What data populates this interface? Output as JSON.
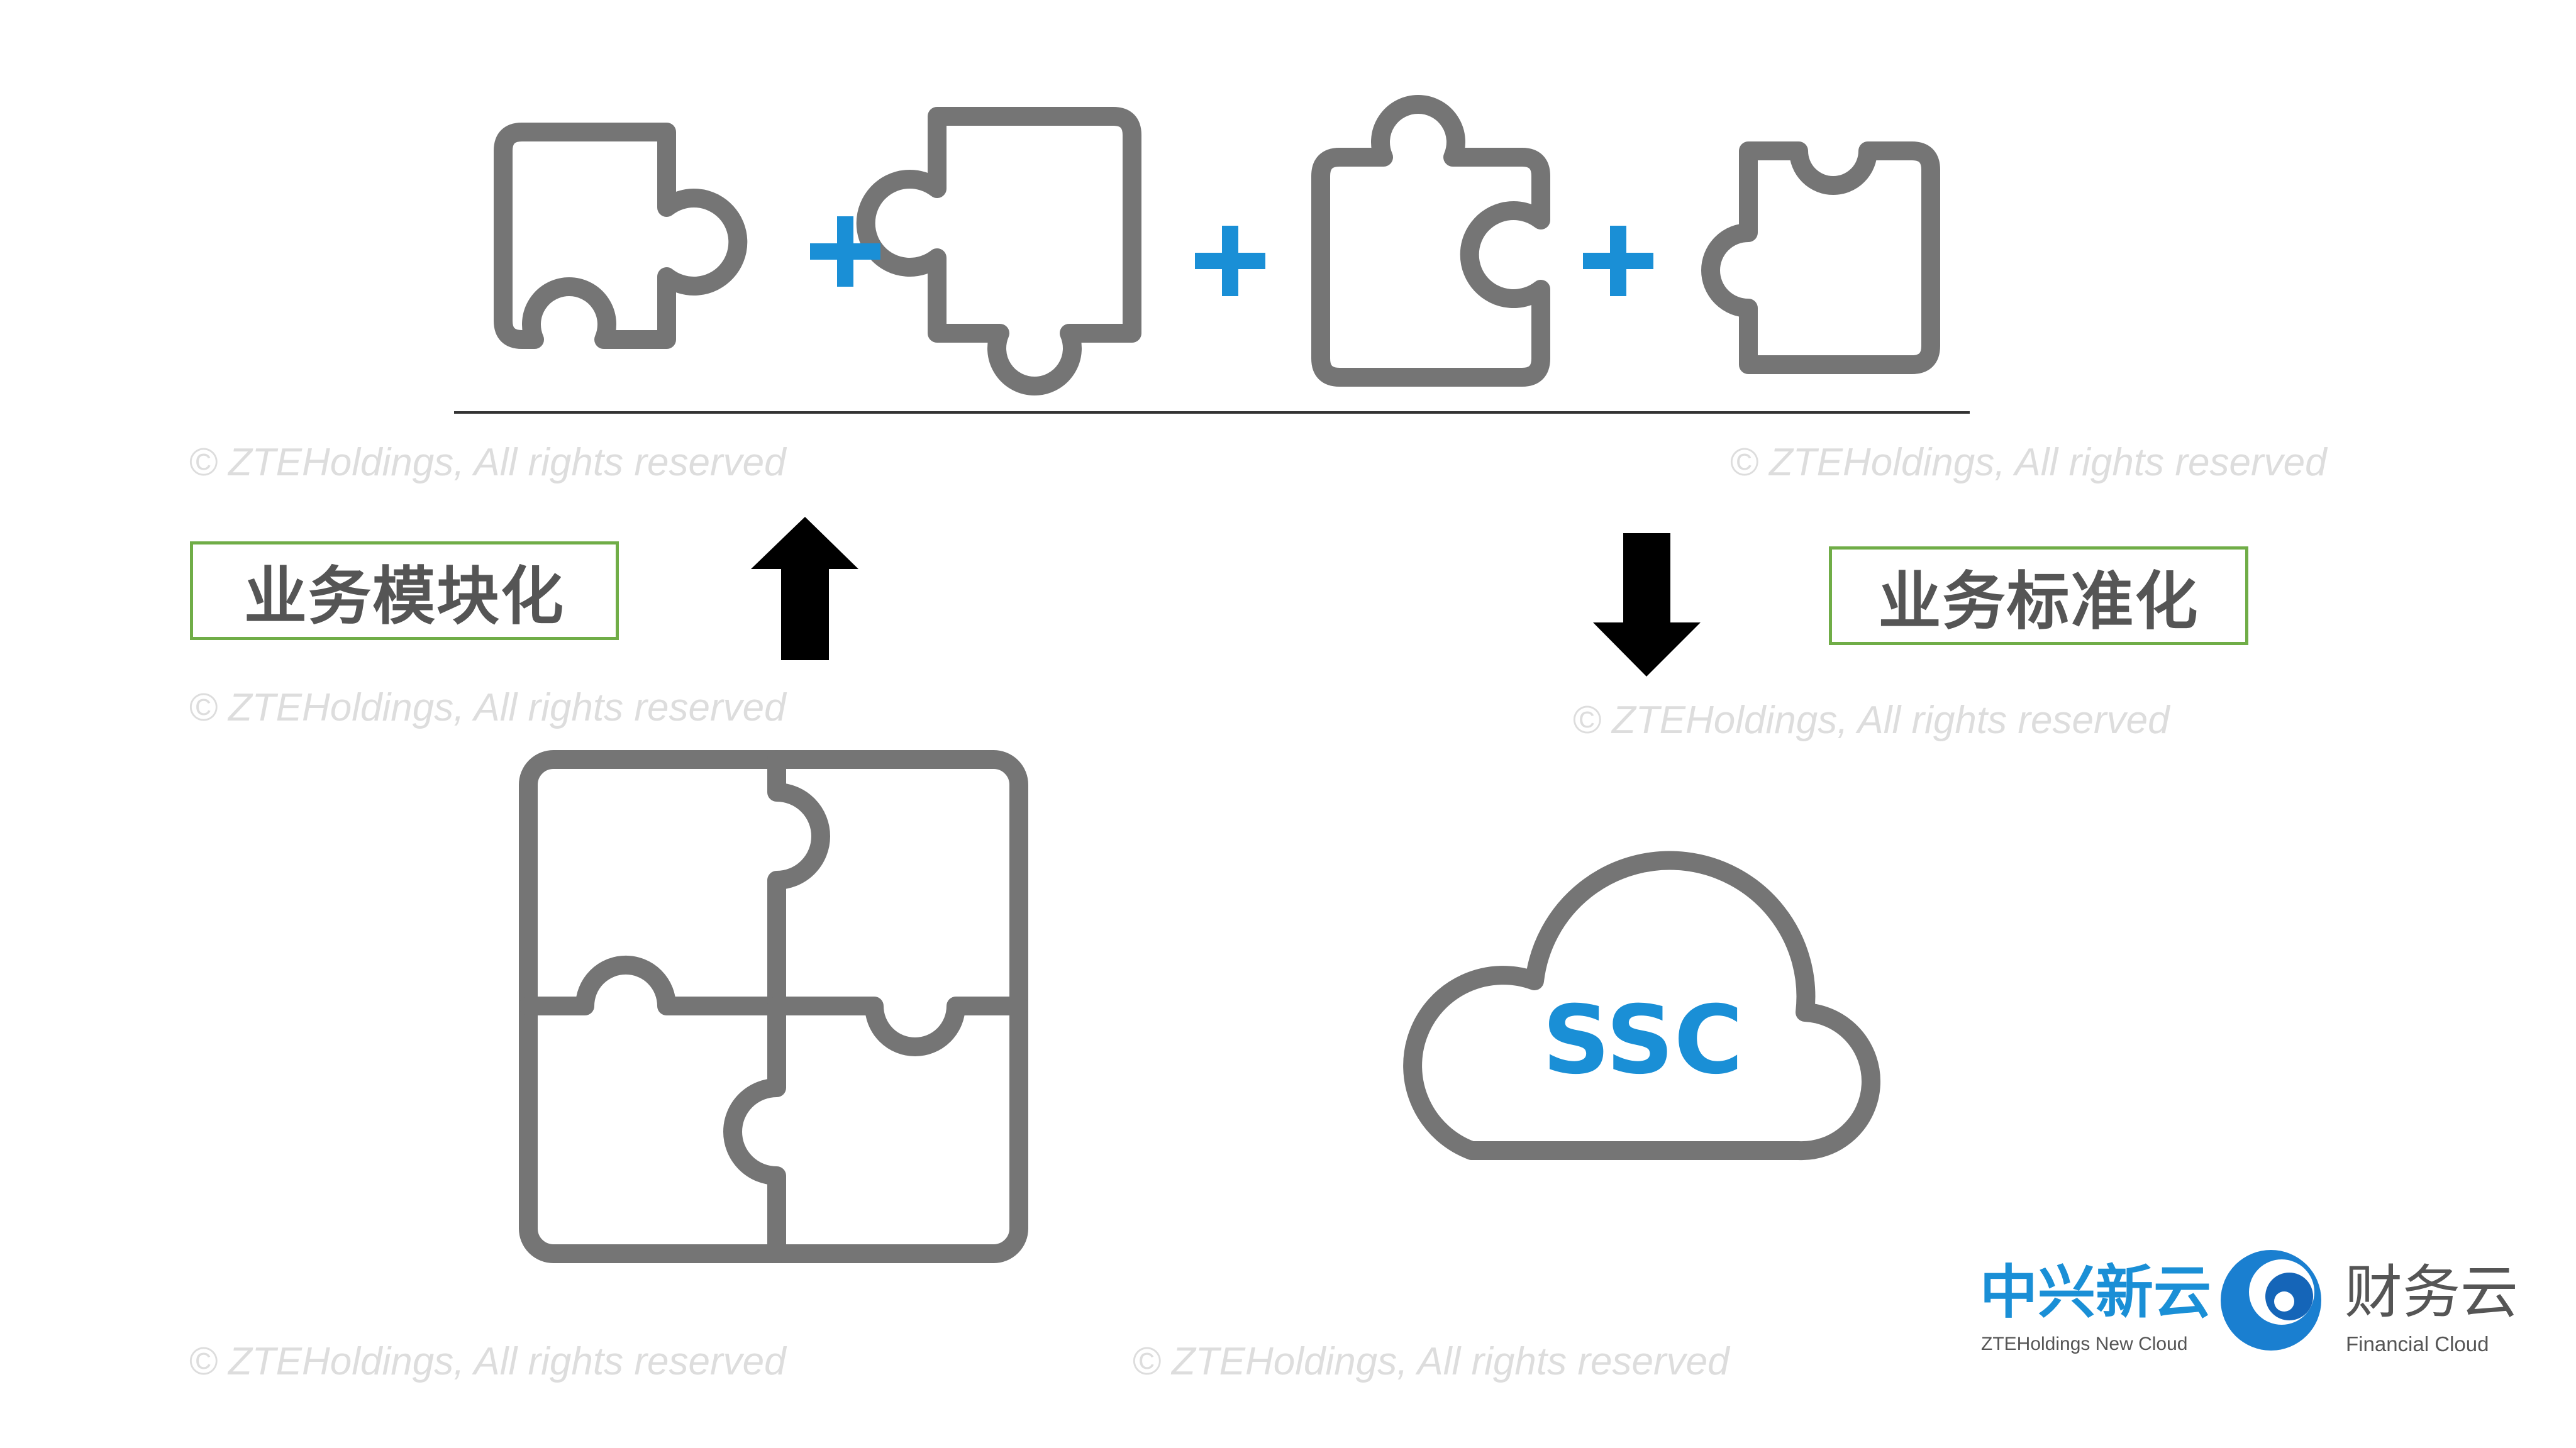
{
  "labels": {
    "left": "业务模块化",
    "right": "业务标准化"
  },
  "plus_sign": "+",
  "cloud_text": "SSC",
  "watermark": "© ZTEHoldings, All rights reserved",
  "logo": {
    "left_cn": "中兴新云",
    "left_en": "ZTEHoldings New Cloud",
    "right_cn": "财务云",
    "right_en": "Financial Cloud"
  },
  "colors": {
    "accent": "#1a8fd6",
    "piece": "#757575",
    "box_border": "#70ad47",
    "label_text": "#555555"
  }
}
